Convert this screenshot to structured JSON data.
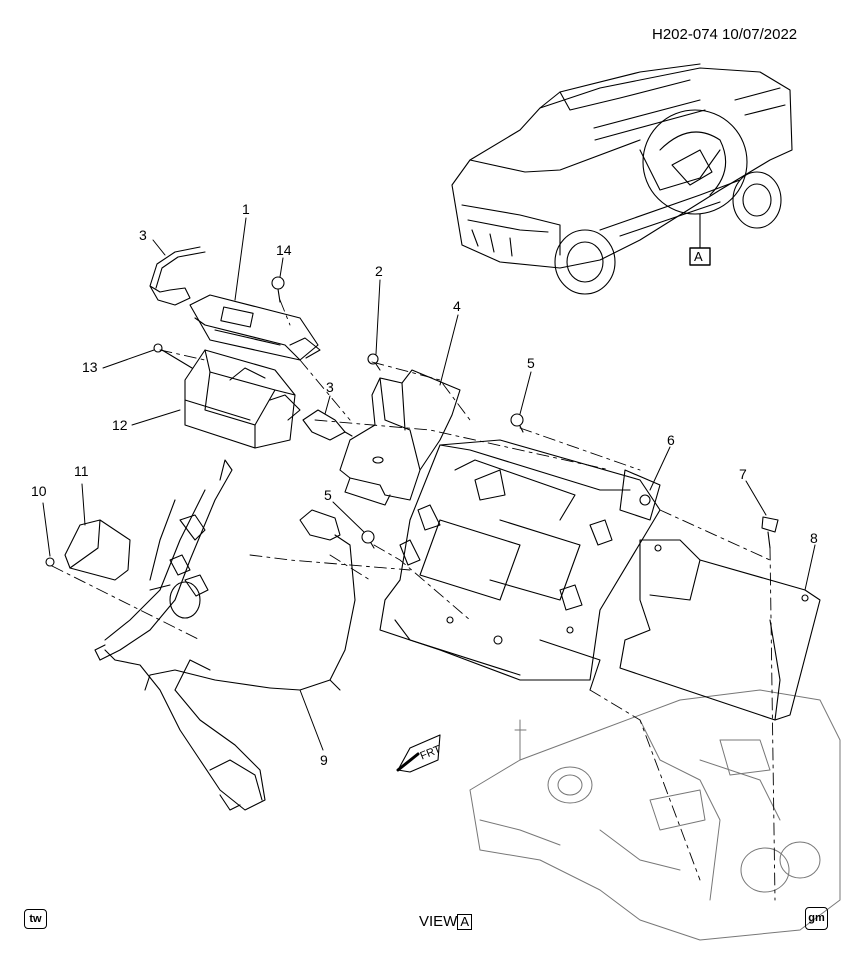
{
  "header": {
    "ref": "H202-074 10/07/2022"
  },
  "callouts": {
    "c1": "1",
    "c2": "2",
    "c3a": "3",
    "c3b": "3",
    "c4": "4",
    "c5a": "5",
    "c5b": "5",
    "c6": "6",
    "c7": "7",
    "c8": "8",
    "c9": "9",
    "c10": "10",
    "c11": "11",
    "c12": "12",
    "c13": "13",
    "c14": "14"
  },
  "view_marker": "A",
  "arrow_label": "FRT",
  "footer": {
    "view_text": "VIEW",
    "view_letter": "A",
    "left_icon": "tw",
    "right_icon": "gm"
  }
}
